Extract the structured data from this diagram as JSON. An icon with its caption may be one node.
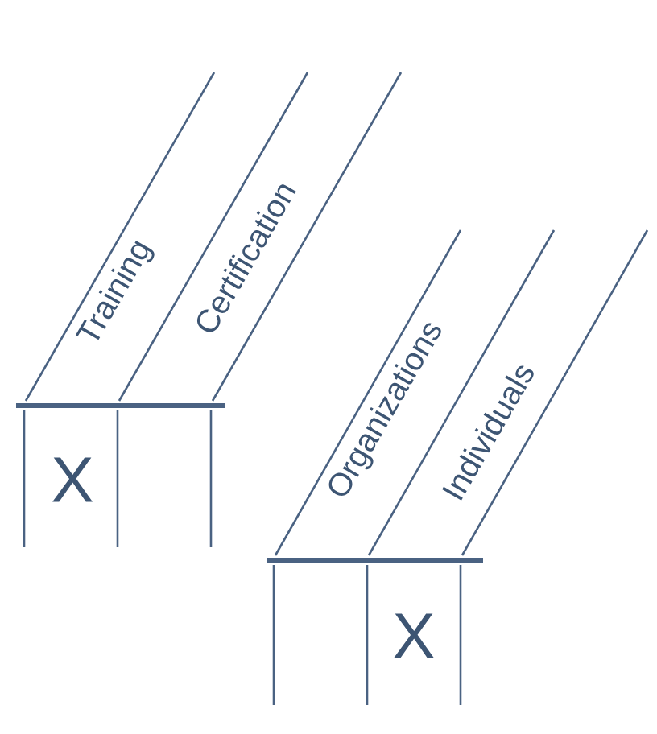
{
  "diagram": {
    "labels": [
      "Training",
      "Certification",
      "X",
      "Organizations",
      "Individuals",
      "X"
    ]
  }
}
